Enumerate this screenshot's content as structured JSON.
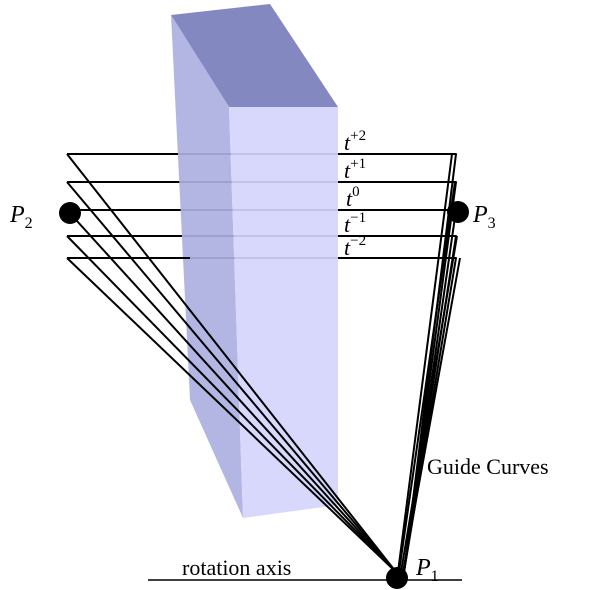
{
  "points": {
    "p1": {
      "var": "P",
      "sub": "1"
    },
    "p2": {
      "var": "P",
      "sub": "2"
    },
    "p3": {
      "var": "P",
      "sub": "3"
    }
  },
  "params": [
    {
      "var": "t",
      "sup": "+2"
    },
    {
      "var": "t",
      "sup": "+1"
    },
    {
      "var": "t",
      "sup": "0"
    },
    {
      "var": "t",
      "sup": "−1"
    },
    {
      "var": "t",
      "sup": "−2"
    }
  ],
  "labels": {
    "guide_curves": "Guide Curves",
    "rotation_axis": "rotation axis"
  },
  "colors": {
    "block_top": "#8488c0",
    "block_left": "#adb0e0",
    "block_front": "#d4d5fc",
    "ink": "#000000"
  }
}
